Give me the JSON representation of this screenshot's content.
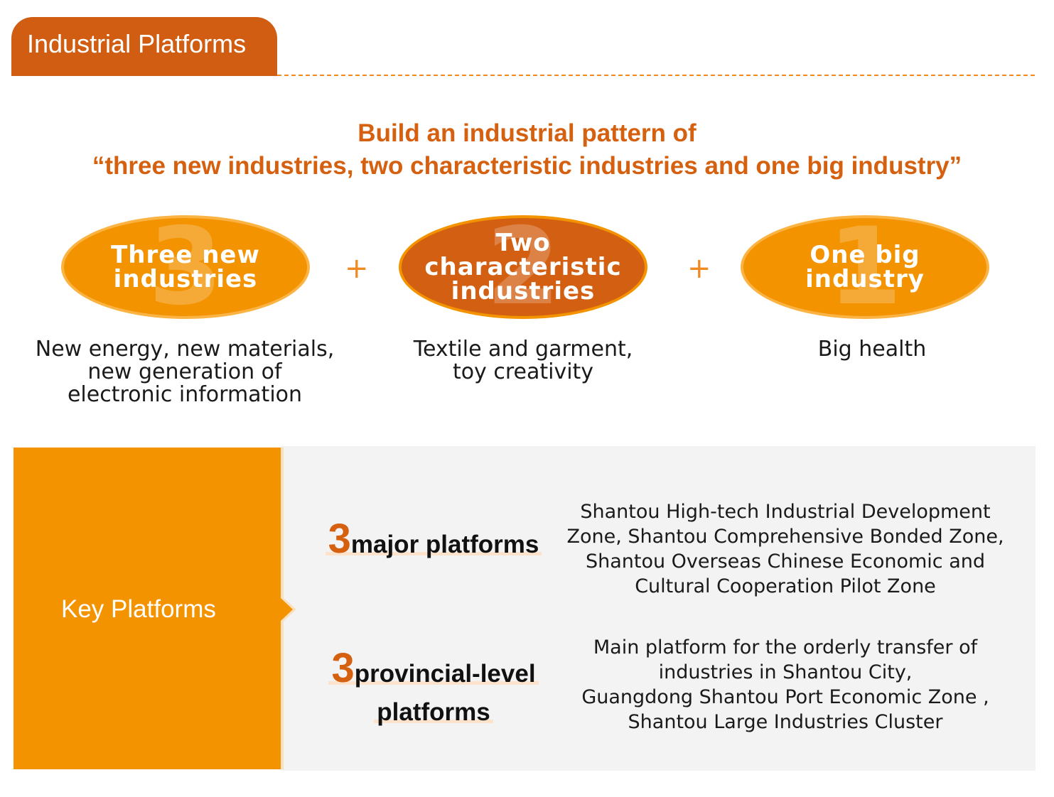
{
  "header": {
    "tab_label": "Industrial Platforms"
  },
  "headline": {
    "line1": "Build an industrial pattern of",
    "line2": "“three new industries, two characteristic industries and one big industry”"
  },
  "pattern": {
    "items": [
      {
        "number": "3",
        "label": "Three new\nindustries",
        "description": "New energy, new materials,\nnew generation of\nelectronic information"
      },
      {
        "number": "2",
        "label": "Two\ncharacteristic\nindustries",
        "description": "Textile and garment,\ntoy creativity"
      },
      {
        "number": "1",
        "label": "One big\nindustry",
        "description": "Big health"
      }
    ],
    "plus": "+"
  },
  "key_platforms": {
    "label": "Key Platforms",
    "groups": [
      {
        "count": "3",
        "title": "major platforms",
        "description": "Shantou High-tech Industrial Development\nZone, Shantou Comprehensive Bonded Zone,\nShantou Overseas Chinese Economic and\nCultural Cooperation Pilot Zone"
      },
      {
        "count": "3",
        "title_line1": "provincial-level",
        "title_line2": "platforms",
        "description": "Main platform for the orderly transfer of\nindustries in Shantou City,\nGuangdong Shantou Port Economic Zone ,\nShantou Large Industries Cluster"
      }
    ]
  },
  "colors": {
    "dark_orange": "#d05d12",
    "orange": "#f39300",
    "light_orange": "#fbb444",
    "panel_gray": "#f2f3f2"
  }
}
